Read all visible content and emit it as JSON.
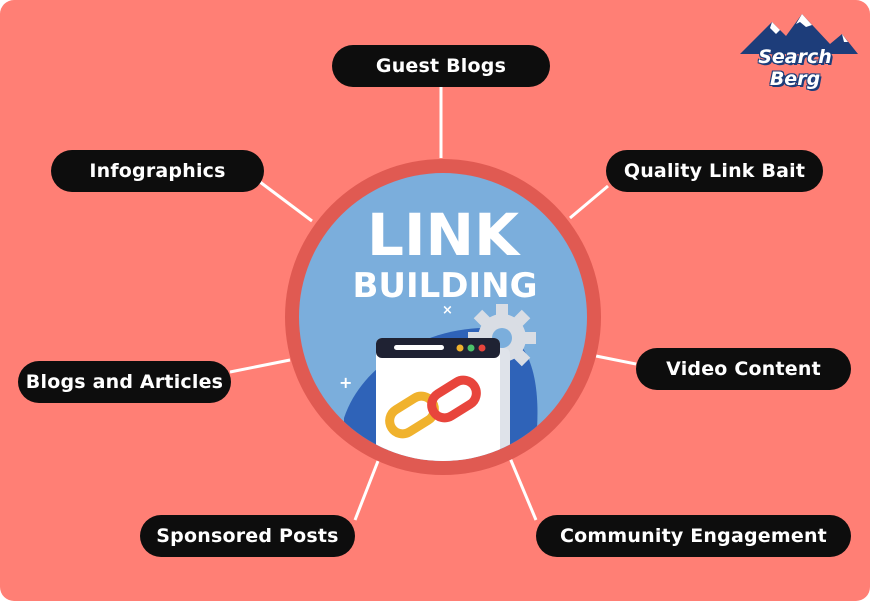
{
  "logo": {
    "text": "Search Berg"
  },
  "hub": {
    "title_line1": "LINK",
    "title_line2": "BUILDING"
  },
  "tactics": [
    {
      "id": "guest-blogs",
      "label": "Guest Blogs"
    },
    {
      "id": "infographics",
      "label": "Infographics"
    },
    {
      "id": "quality-link-bait",
      "label": "Quality Link Bait"
    },
    {
      "id": "blogs-and-articles",
      "label": "Blogs and Articles"
    },
    {
      "id": "video-content",
      "label": "Video Content"
    },
    {
      "id": "sponsored-posts",
      "label": "Sponsored Posts"
    },
    {
      "id": "community-engagement",
      "label": "Community Engagement"
    }
  ],
  "colors": {
    "background": "#ff7f75",
    "pill": "#0d0d0d",
    "hub_ring": "#e05a52",
    "hub_fill": "#7baedc",
    "chain_orange": "#f0b22d",
    "chain_red": "#e8453c"
  },
  "icons": [
    "mountain-logo-icon",
    "gear-icon",
    "browser-window-icon",
    "chain-link-icon",
    "plus-icon",
    "close-x-icon"
  ]
}
